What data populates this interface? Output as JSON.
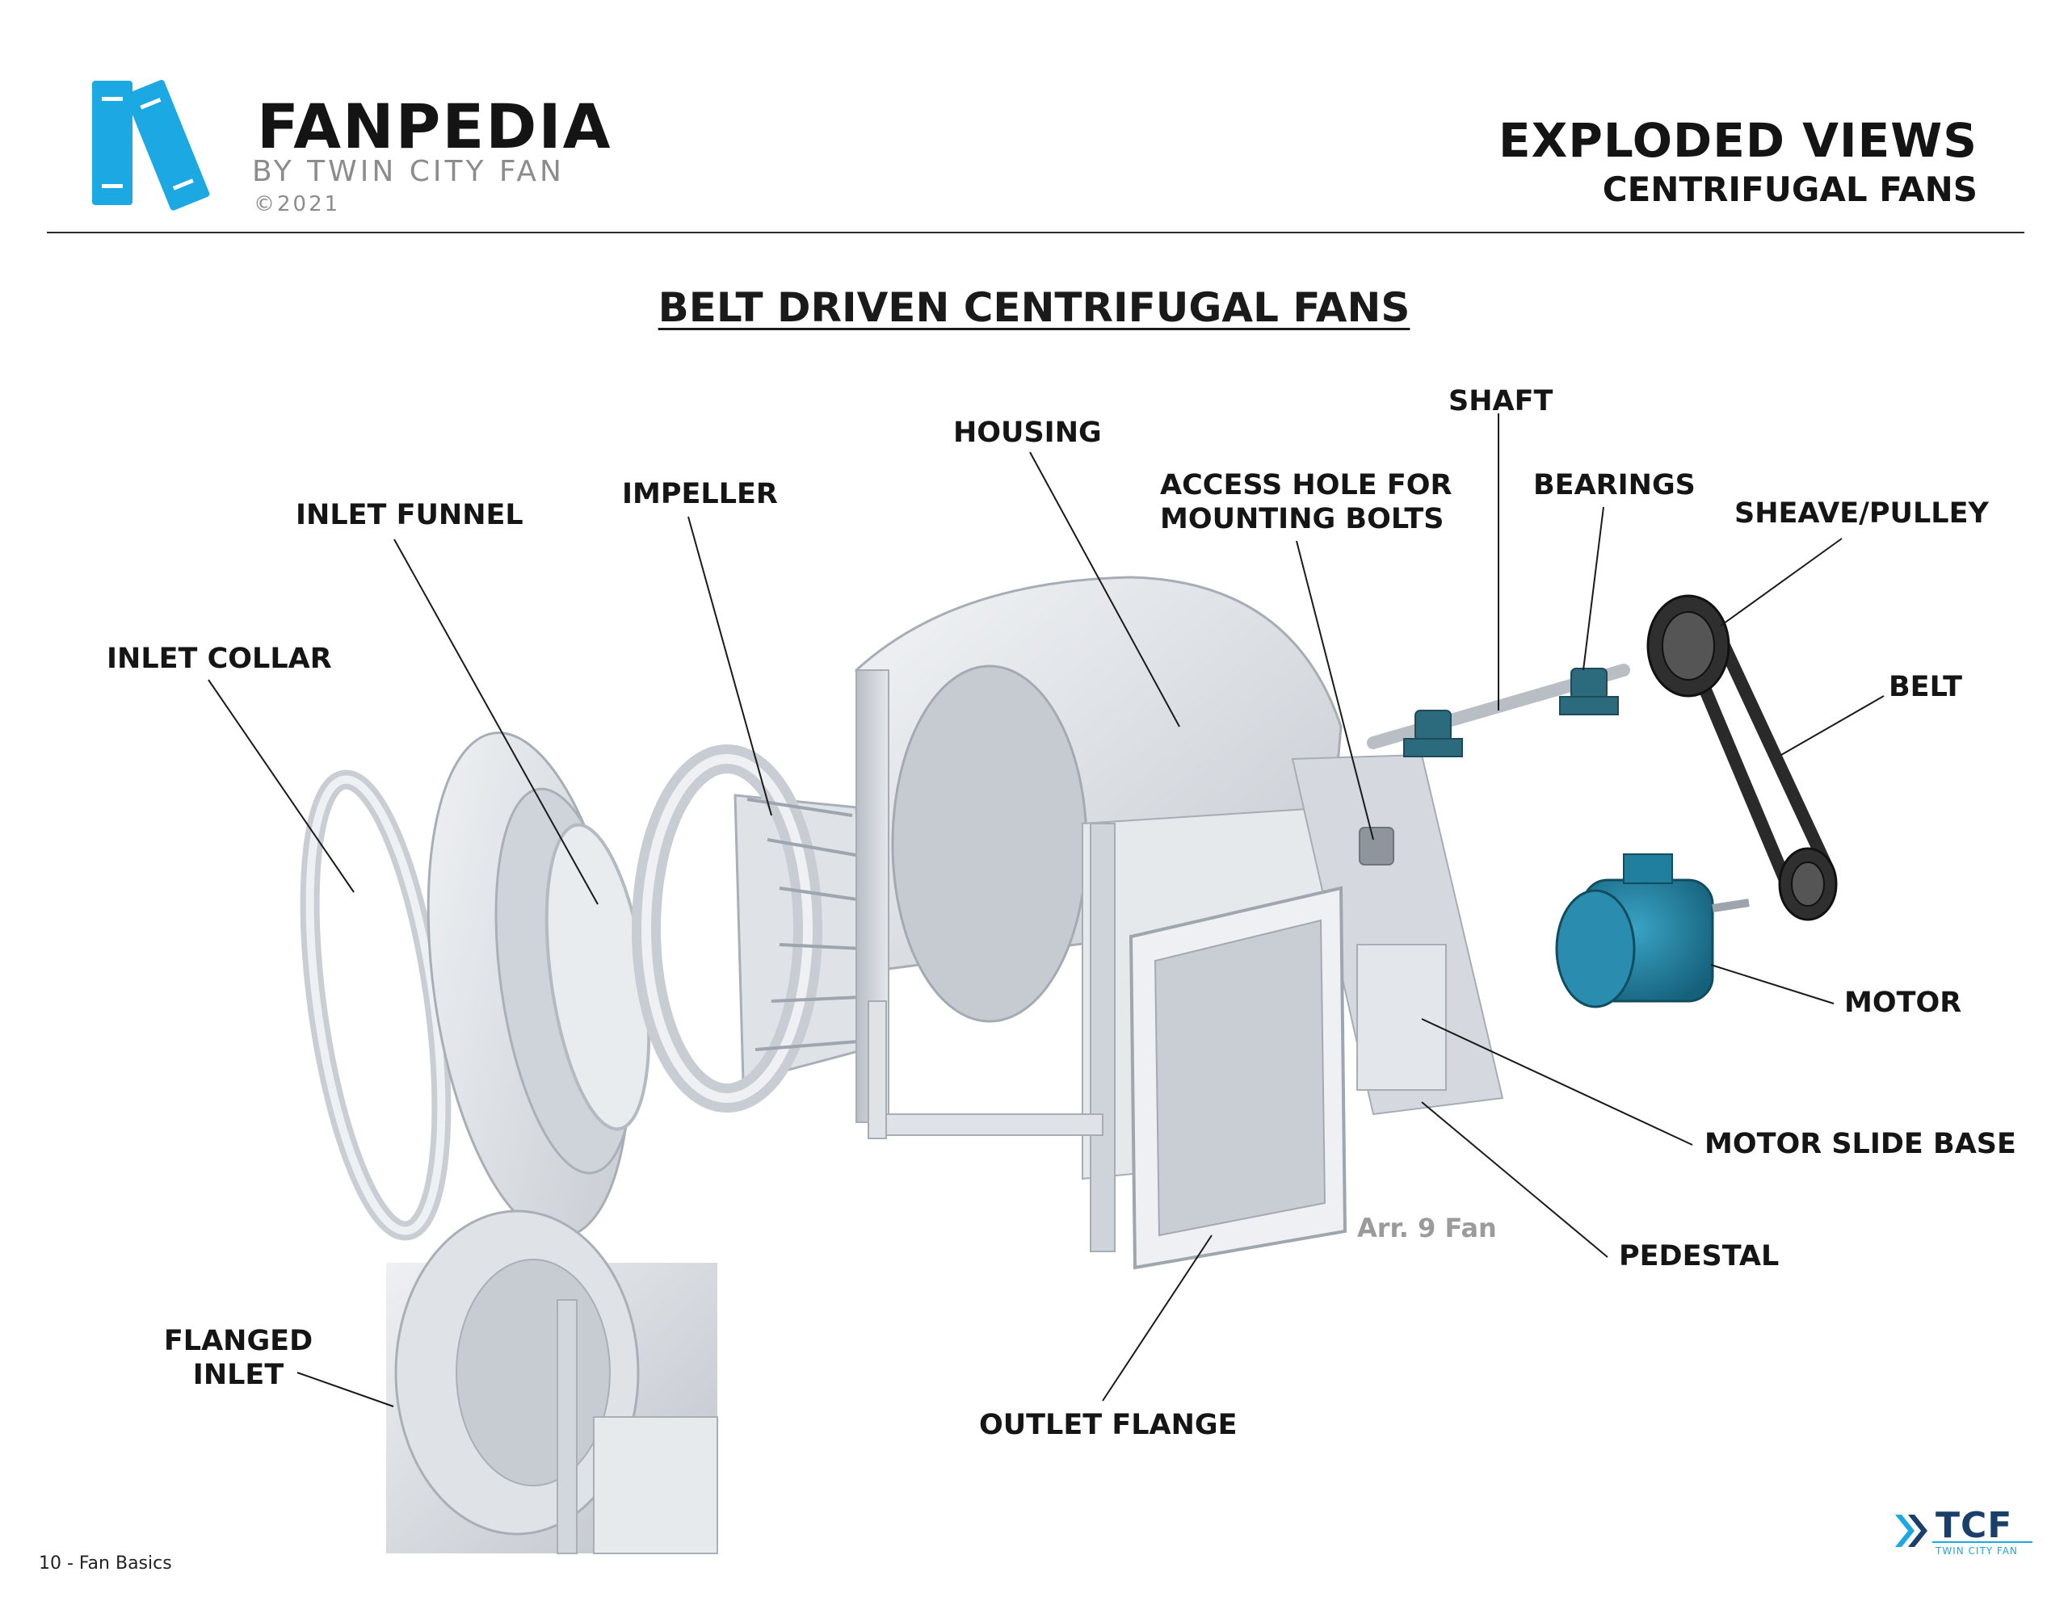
{
  "brand": {
    "name_first": "FAN",
    "name_second": "PEDIA",
    "byline": "BY TWIN CITY FAN",
    "copyright": "©2021"
  },
  "header": {
    "title": "EXPLODED VIEWS",
    "subtitle": "CENTRIFUGAL FANS"
  },
  "section_title": "BELT DRIVEN CENTRIFUGAL FANS",
  "callouts": {
    "inlet_collar": "INLET COLLAR",
    "inlet_funnel": "INLET FUNNEL",
    "impeller": "IMPELLER",
    "housing": "HOUSING",
    "access_hole_line1": "ACCESS HOLE FOR",
    "access_hole_line2": "MOUNTING BOLTS",
    "shaft": "SHAFT",
    "bearings": "BEARINGS",
    "sheave_pulley": "SHEAVE/PULLEY",
    "belt": "BELT",
    "motor": "MOTOR",
    "motor_slide_base": "MOTOR SLIDE BASE",
    "pedestal": "PEDESTAL",
    "outlet_flange": "OUTLET FLANGE",
    "flanged_line1": "FLANGED",
    "flanged_line2": "INLET"
  },
  "arrangement_note": "Arr. 9 Fan",
  "footer": {
    "page_label": "10 - Fan Basics",
    "company_abbr": "TCF",
    "company_name": "TWIN CITY FAN"
  },
  "colors": {
    "logo_blue": "#1ba8e3",
    "motor_teal": "#1f7f9c",
    "metal_light": "#dfe3e8",
    "metal_mid": "#c3c8cf",
    "belt_dark": "#2a2a2a"
  }
}
